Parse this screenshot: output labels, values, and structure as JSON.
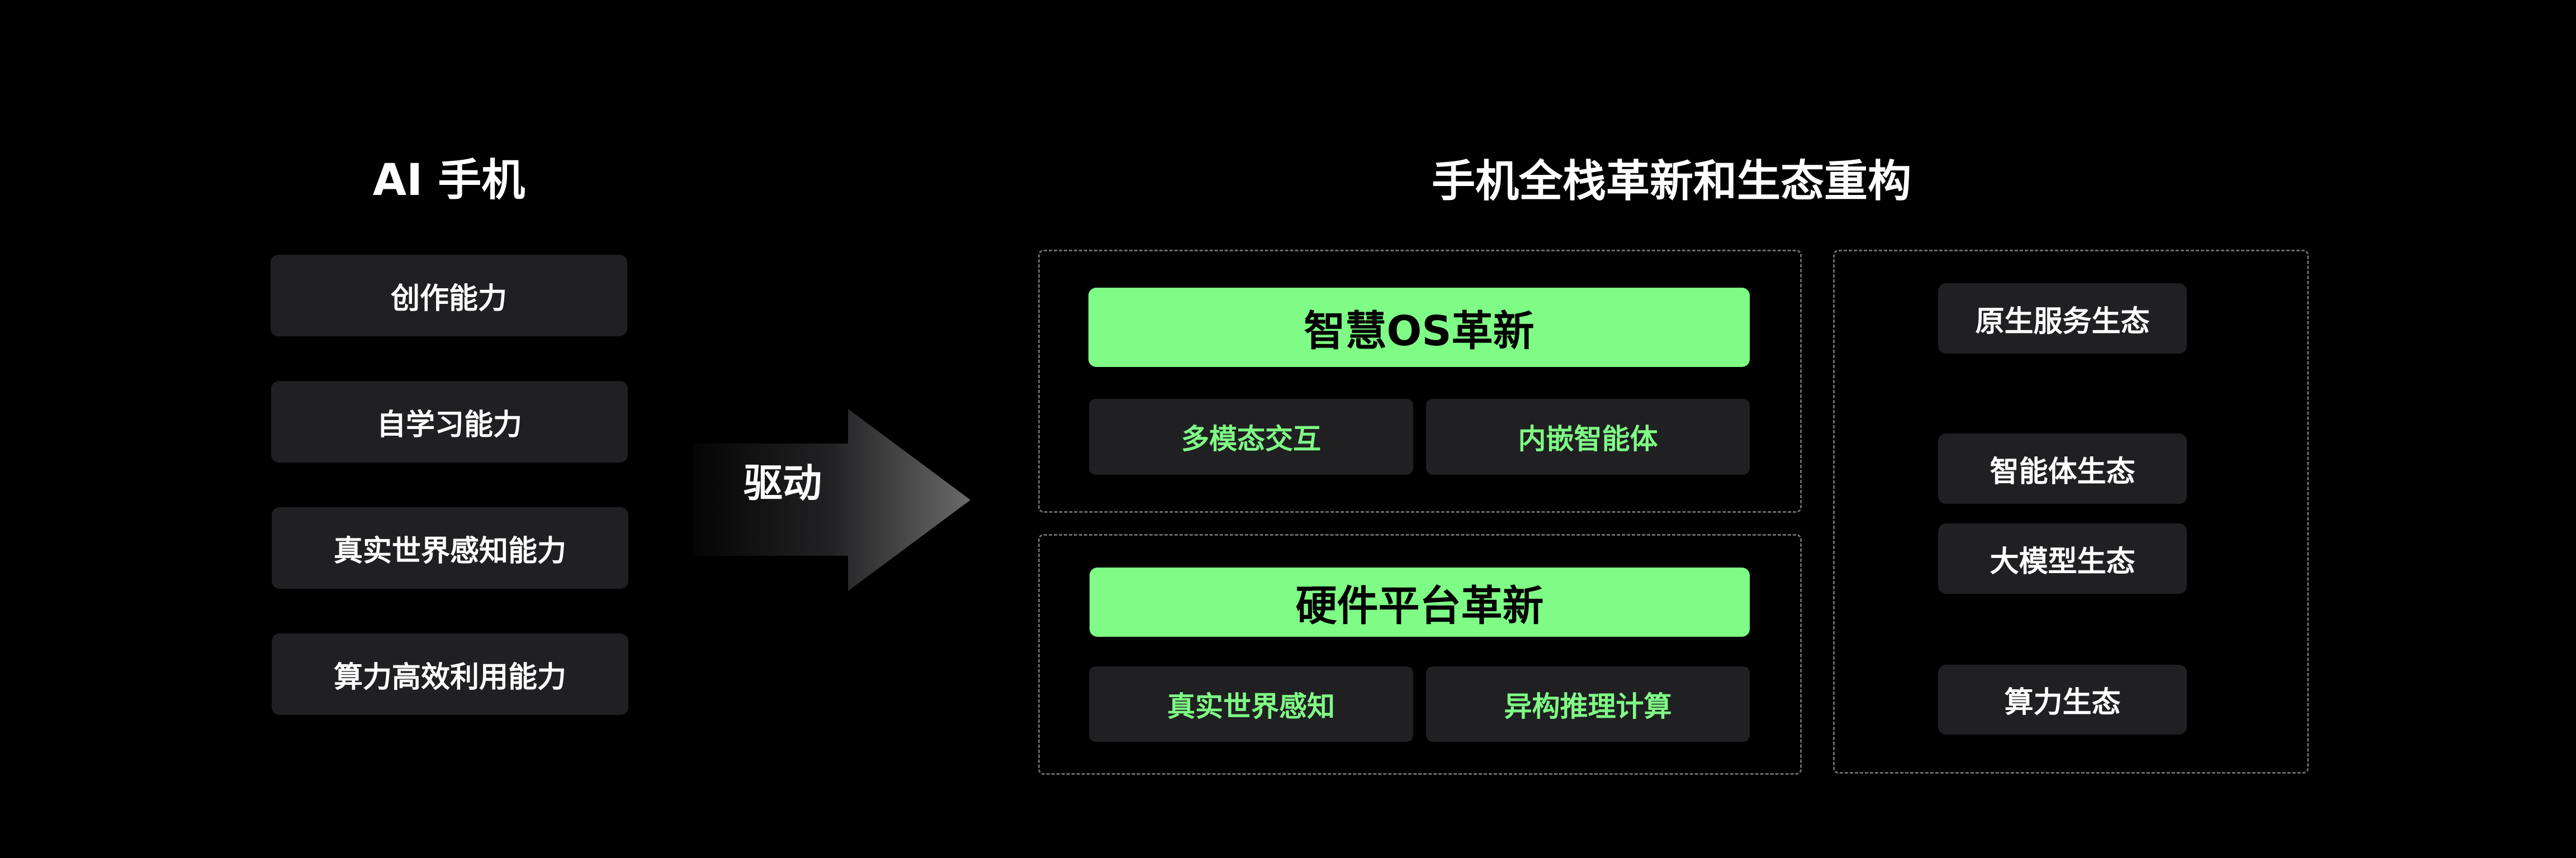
{
  "colors": {
    "background": "#000000",
    "box": "#202022",
    "accent_green": "#7FFC85",
    "dashed_border": "#6a6a6a",
    "text_white": "#ffffff",
    "text_black": "#000000"
  },
  "left": {
    "title": "AI 手机",
    "capabilities": [
      {
        "label": "创作能力"
      },
      {
        "label": "自学习能力"
      },
      {
        "label": "真实世界感知能力"
      },
      {
        "label": "算力高效利用能力"
      }
    ]
  },
  "arrow": {
    "label": "驱动",
    "icon": "right-arrow-icon"
  },
  "right": {
    "title": "手机全栈革新和生态重构",
    "os_group": {
      "header": "智慧OS革新",
      "items": [
        {
          "label": "多模态交互"
        },
        {
          "label": "内嵌智能体"
        }
      ]
    },
    "hardware_group": {
      "header": "硬件平台革新",
      "items": [
        {
          "label": "真实世界感知"
        },
        {
          "label": "异构推理计算"
        }
      ]
    },
    "ecosystems": [
      {
        "label": "原生服务生态"
      },
      {
        "label": "智能体生态"
      },
      {
        "label": "大模型生态"
      },
      {
        "label": "算力生态"
      }
    ]
  }
}
